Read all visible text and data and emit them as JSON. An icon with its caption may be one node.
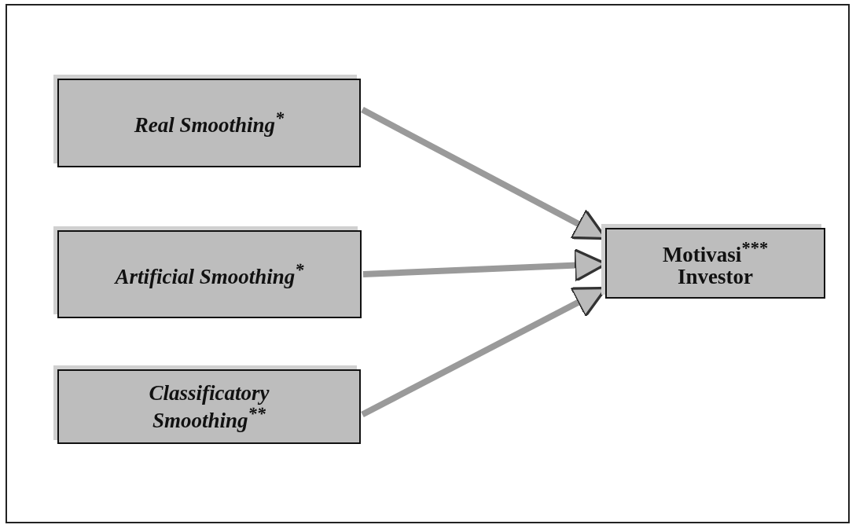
{
  "diagram": {
    "nodes": [
      {
        "text": [
          "Real Smoothing$^{*}$"
        ]
      },
      {
        "text": [
          "Artificial Smoothing$^{*}$"
        ]
      },
      {
        "text": [
          "Classificatory Smoothing$^{**}$"
        ]
      },
      {
        "text": [
          "Motivasi$^{***}$ Investor"
        ]
      }
    ],
    "edges": [
      {
        "from": 0,
        "to": 3,
        "arrow": "to"
      },
      {
        "from": 1,
        "to": 3,
        "arrow": "to"
      },
      {
        "from": 2,
        "to": 3,
        "arrow": "to"
      }
    ]
  }
}
